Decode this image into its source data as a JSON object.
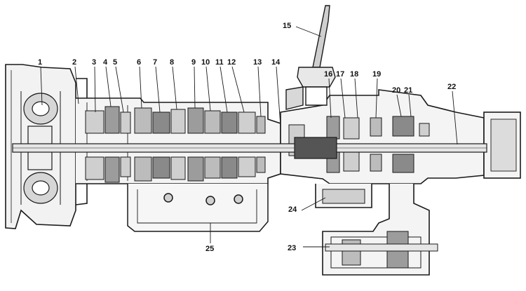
{
  "diagram": {
    "colors": {
      "ink": "#1a1a1a",
      "mid": "#6b6b6b",
      "light": "#bcbcbc",
      "paper": "#ffffff"
    },
    "callouts": [
      {
        "number": "1"
      },
      {
        "number": "2"
      },
      {
        "number": "3"
      },
      {
        "number": "4"
      },
      {
        "number": "5"
      },
      {
        "number": "6"
      },
      {
        "number": "7"
      },
      {
        "number": "8"
      },
      {
        "number": "9"
      },
      {
        "number": "10"
      },
      {
        "number": "11"
      },
      {
        "number": "12"
      },
      {
        "number": "13"
      },
      {
        "number": "14"
      },
      {
        "number": "15"
      },
      {
        "number": "16"
      },
      {
        "number": "17"
      },
      {
        "number": "18"
      },
      {
        "number": "19"
      },
      {
        "number": "20"
      },
      {
        "number": "21"
      },
      {
        "number": "22"
      },
      {
        "number": "23"
      },
      {
        "number": "24"
      },
      {
        "number": "25"
      }
    ]
  }
}
